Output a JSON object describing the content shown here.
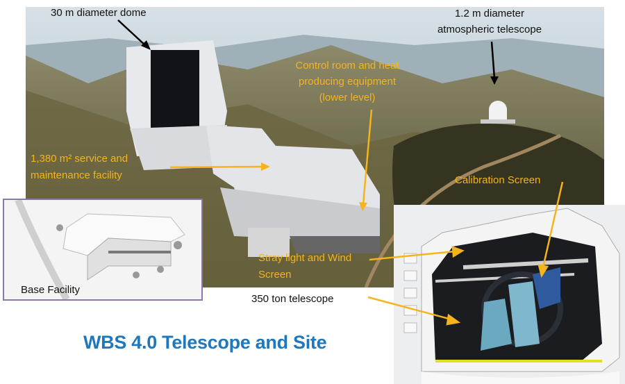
{
  "slide": {
    "title": "WBS 4.0 Telescope and Site",
    "labels": {
      "dome": "30 m diameter dome",
      "atmos_line1": "1.2 m diameter",
      "atmos_line2": "atmospheric telescope",
      "control_line1": "Control room and heat",
      "control_line2": "producing equipment",
      "control_line3": "(lower level)",
      "service_line1": "1,380 m² service and",
      "service_line2": "maintenance facility",
      "calibration": "Calibration Screen",
      "stray_line1": "Stray light and Wind",
      "stray_line2": "Screen",
      "telescope": "350 ton telescope",
      "base": "Base Facility"
    },
    "colors": {
      "title": "#1f77bd",
      "callout": "#f5b41c",
      "inset_border": "#8a78a8"
    }
  }
}
